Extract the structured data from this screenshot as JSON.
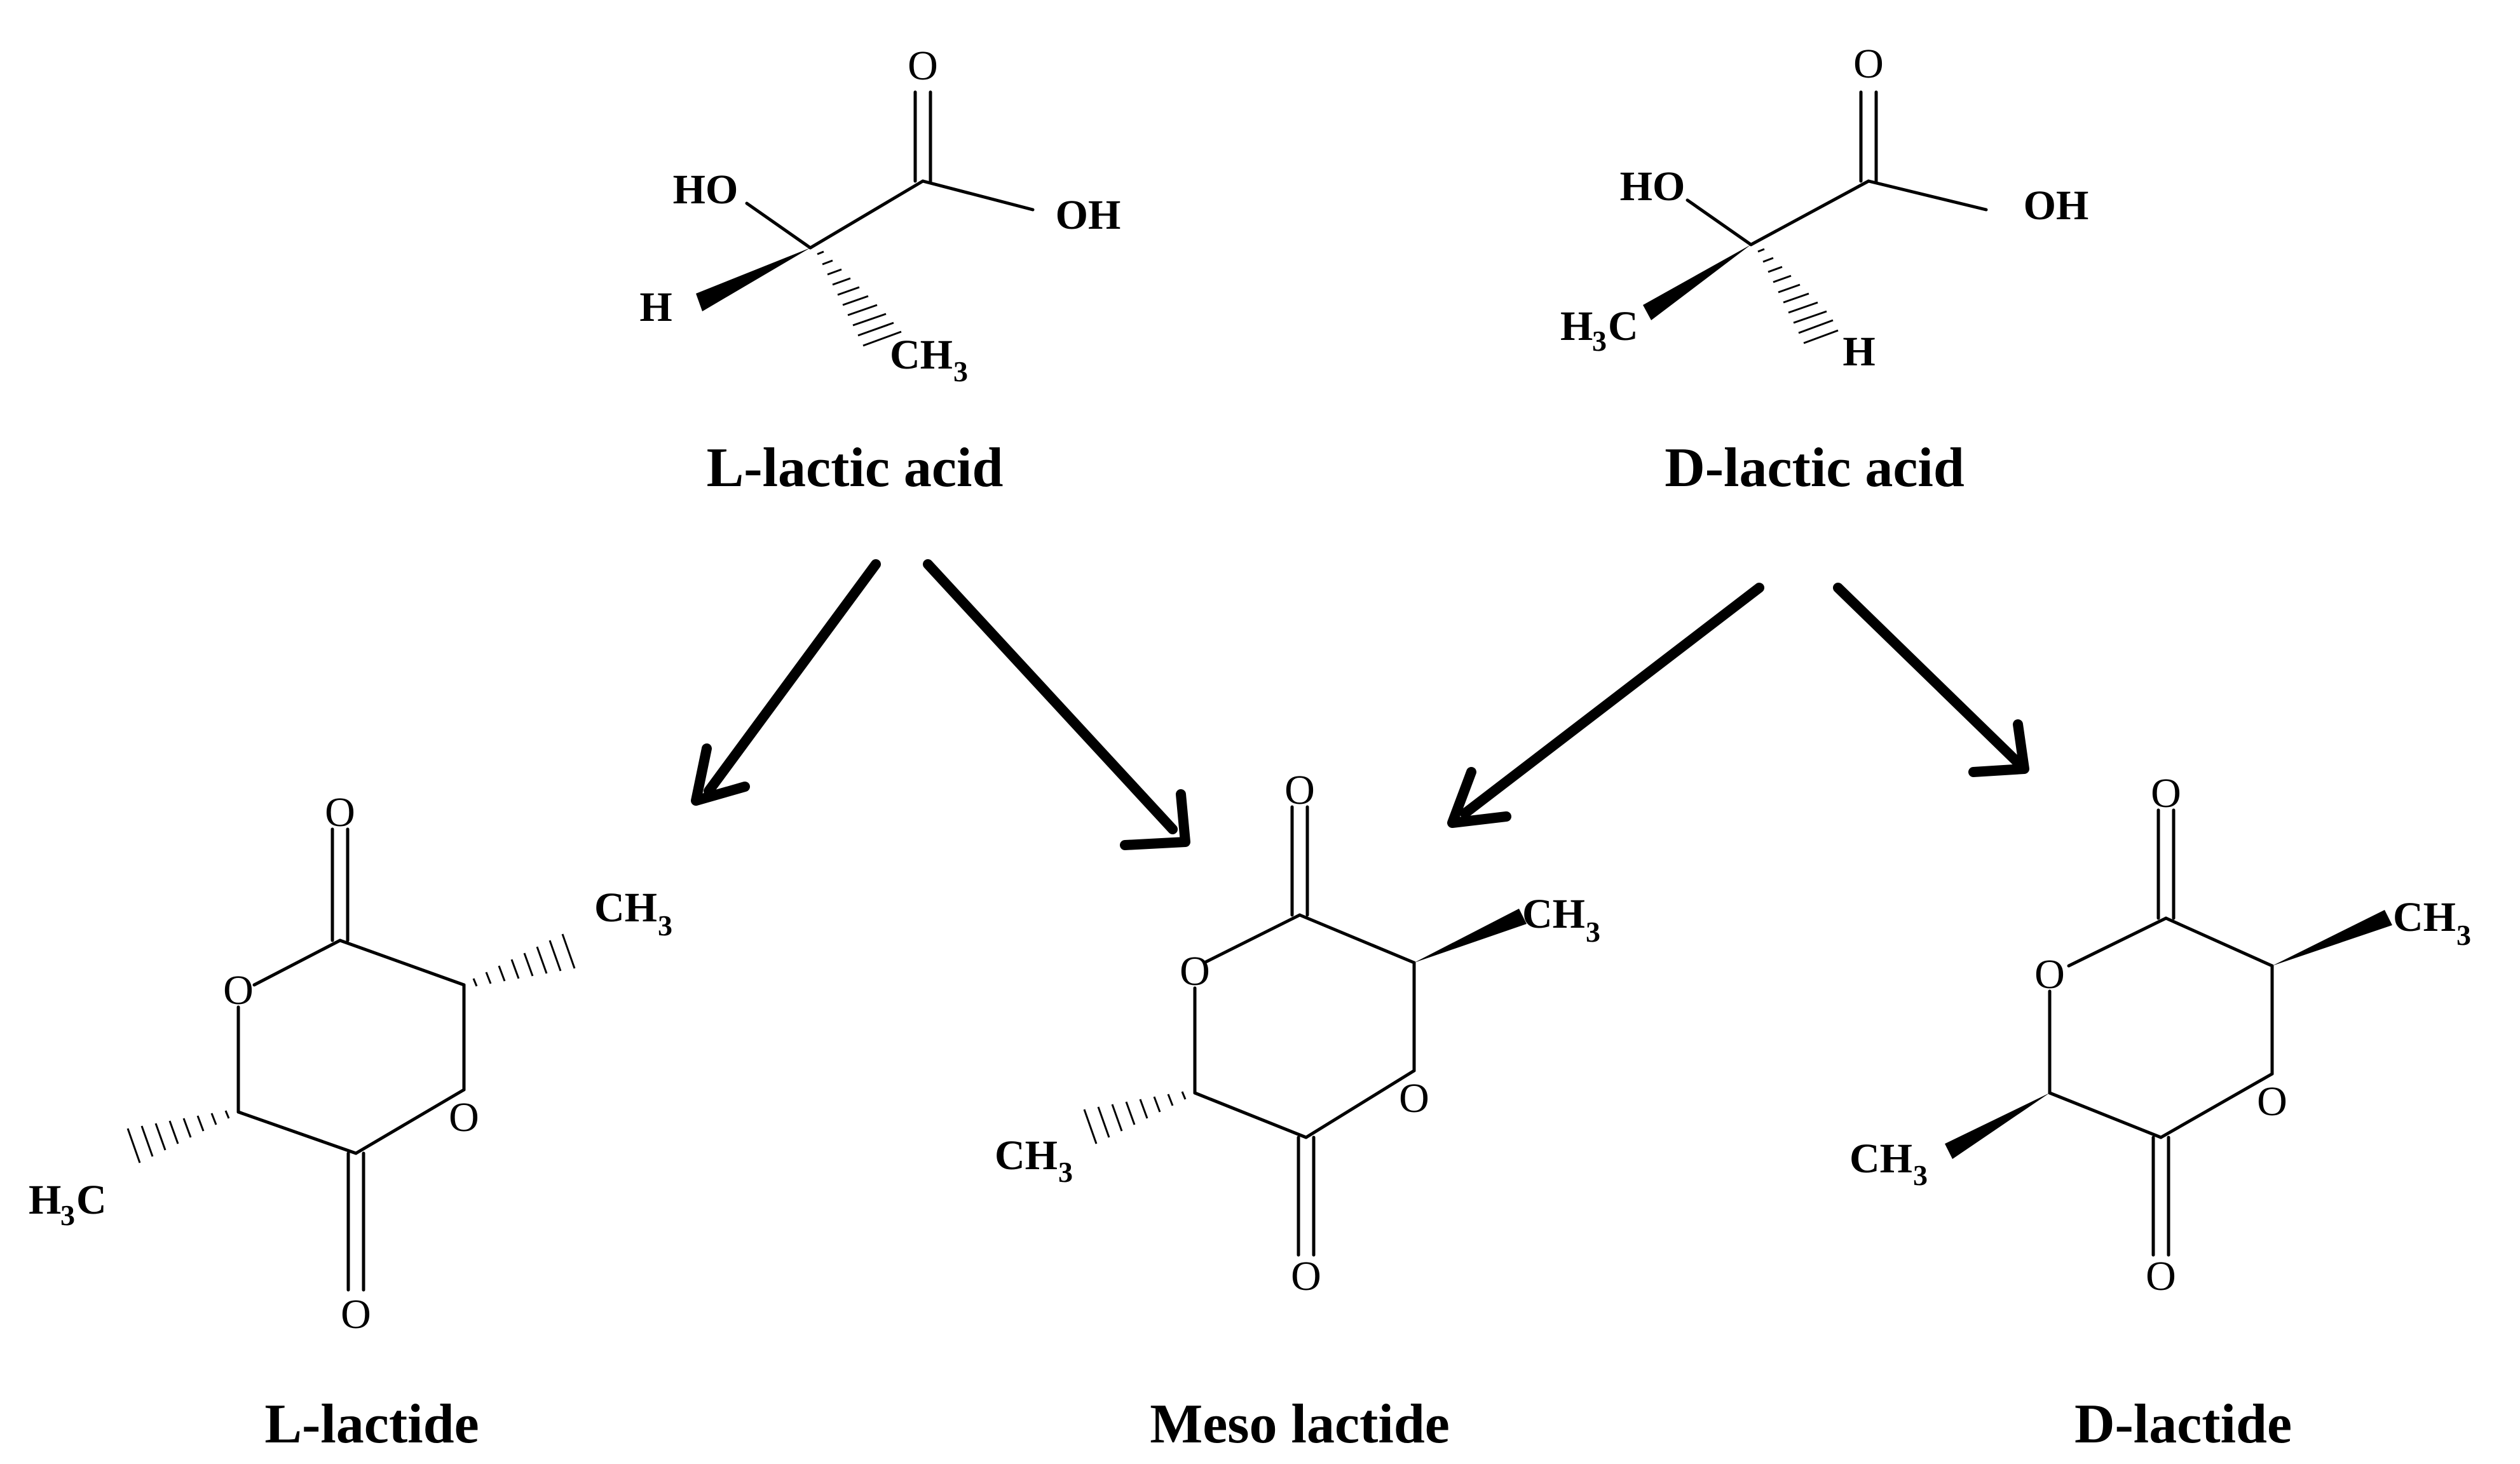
{
  "molecules": {
    "l_lactic_acid": {
      "name": "L-lactic acid",
      "atoms": {
        "o_top": "O",
        "ho": "HO",
        "oh": "OH",
        "h": "H",
        "ch": "CH",
        "sub3": "3"
      }
    },
    "d_lactic_acid": {
      "name": "D-lactic acid",
      "atoms": {
        "o_top": "O",
        "ho": "HO",
        "oh": "OH",
        "h3c_h": "H",
        "h3c_sub": "3",
        "h3c_c": "C",
        "h": "H"
      }
    },
    "l_lactide": {
      "name": "L-lactide",
      "atoms": {
        "o_top": "O",
        "o_ring_left": "O",
        "o_ring_right": "O",
        "o_bottom": "O",
        "ch": "CH",
        "sub3": "3",
        "h3c_h": "H",
        "h3c_sub": "3",
        "h3c_c": "C"
      }
    },
    "meso_lactide": {
      "name": "Meso lactide",
      "atoms": {
        "o_top": "O",
        "o_ring_left": "O",
        "o_ring_right": "O",
        "o_bottom": "O",
        "ch_right": "CH",
        "sub3_right": "3",
        "ch_left": "CH",
        "sub3_left": "3"
      }
    },
    "d_lactide": {
      "name": "D-lactide",
      "atoms": {
        "o_top": "O",
        "o_ring_left": "O",
        "o_ring_right": "O",
        "o_bottom": "O",
        "ch_right": "CH",
        "sub3_right": "3",
        "ch_left": "CH",
        "sub3_left": "3"
      }
    }
  },
  "colors": {
    "ink": "#000000",
    "background": "#ffffff"
  }
}
